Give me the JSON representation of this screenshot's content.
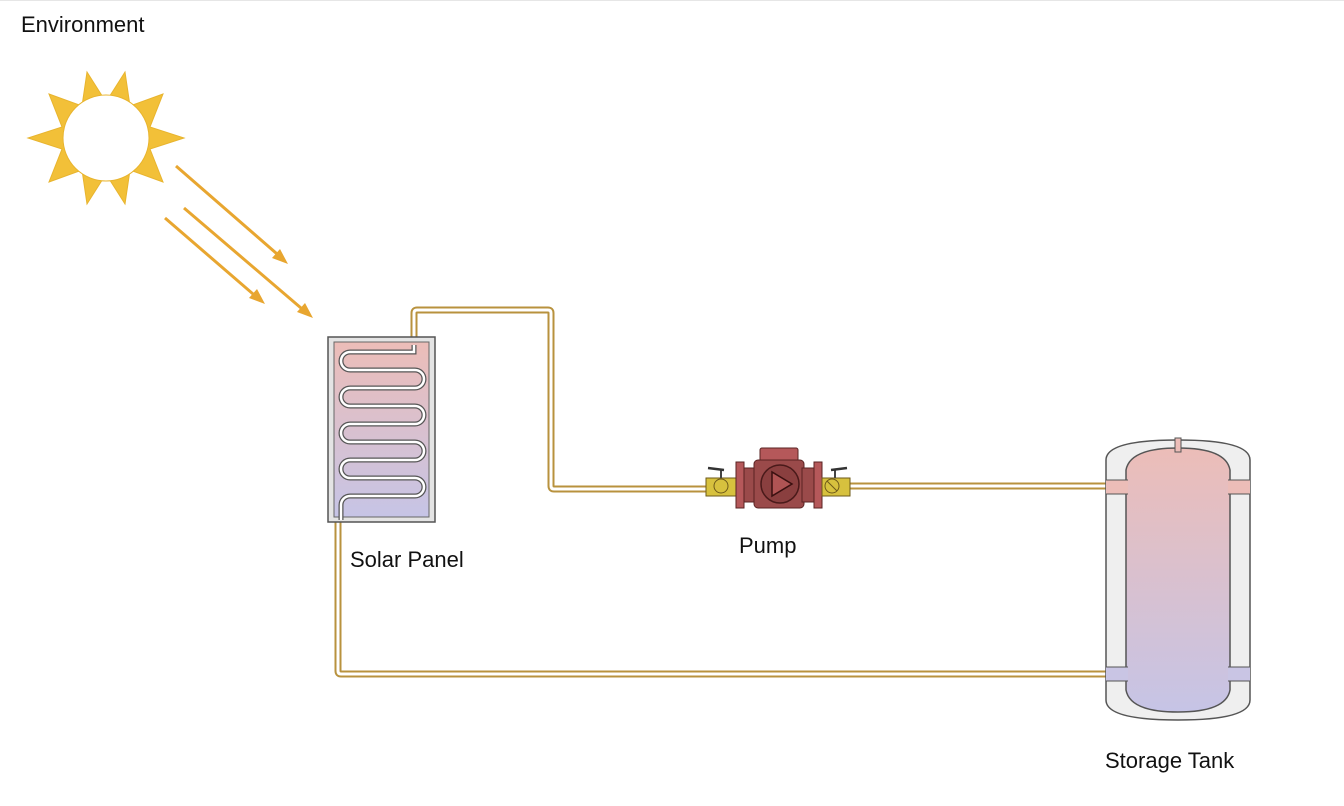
{
  "labels": {
    "environment": "Environment",
    "solar_panel": "Solar Panel",
    "pump": "Pump",
    "storage_tank": "Storage Tank"
  },
  "colors": {
    "sun": "#f2c038",
    "sun_rays_arrow": "#e8a630",
    "pipe": "#b8923e",
    "hot": "#ecbdb8",
    "cold": "#c6c4e6",
    "pump_body": "#9a4a4a",
    "valve": "#d7c13e",
    "insulation": "#efefef"
  },
  "icons": [
    "sun-icon",
    "sunlight-arrow-icon",
    "solar-panel-icon",
    "pump-icon",
    "valve-icon",
    "storage-tank-icon"
  ]
}
